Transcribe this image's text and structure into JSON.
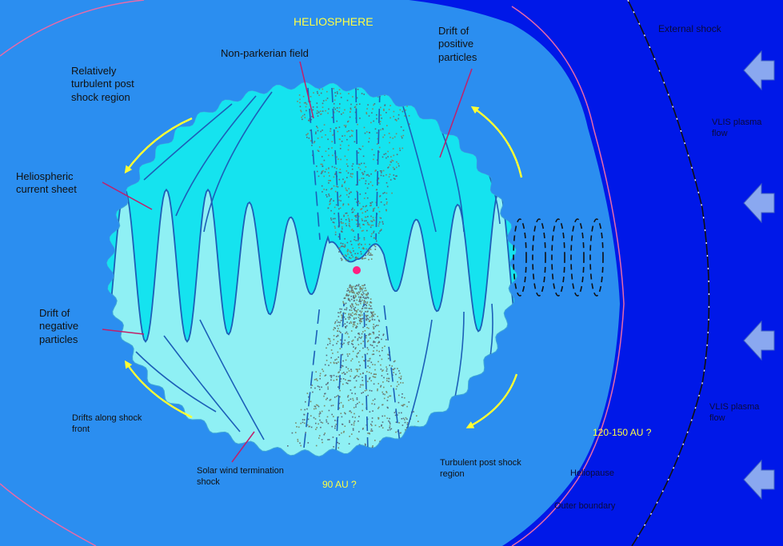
{
  "colors": {
    "outer_space": "#0018e8",
    "heliosphere": "#2b8ef0",
    "termination_region": "#15e3ef",
    "lower_region": "#8ff0f4",
    "field_lines": "#1c5fb8",
    "arrows_yellow": "#ffff33",
    "boundary_line": "#e86aa8",
    "sun": "#ff2080",
    "text_yellow": "#ffff44"
  },
  "labels": {
    "heliosphere": "HELIOSPHERE",
    "non_parkerian": "Non-parkerian field",
    "drift_positive": "Drift of\npositive\nparticles",
    "turbulent_post_shock": "Relatively\nturbulent post\nshock region",
    "current_sheet": "Heliospheric\ncurrent sheet",
    "drift_negative": "Drift of\nnegative\nparticles",
    "drifts_shock_front": "Drifts along shock\nfront",
    "termination_shock": "Solar wind termination\nshock",
    "au_90": "90 AU ?",
    "turbulent_region": "Turbulent post shock\nregion",
    "au_120": "120-150 AU ?",
    "heliopause": "Heliopause",
    "outer_boundary": "Outer boundary",
    "external_shock": "External shock",
    "vlis_1": "VLIS plasma\nflow",
    "vlis_2": "VLIS plasma\nflow"
  },
  "icons": {
    "flow_arrow": "left-arrow-icon",
    "drift_arrow": "curved-arrow-icon",
    "sun": "sun-dot-icon"
  }
}
